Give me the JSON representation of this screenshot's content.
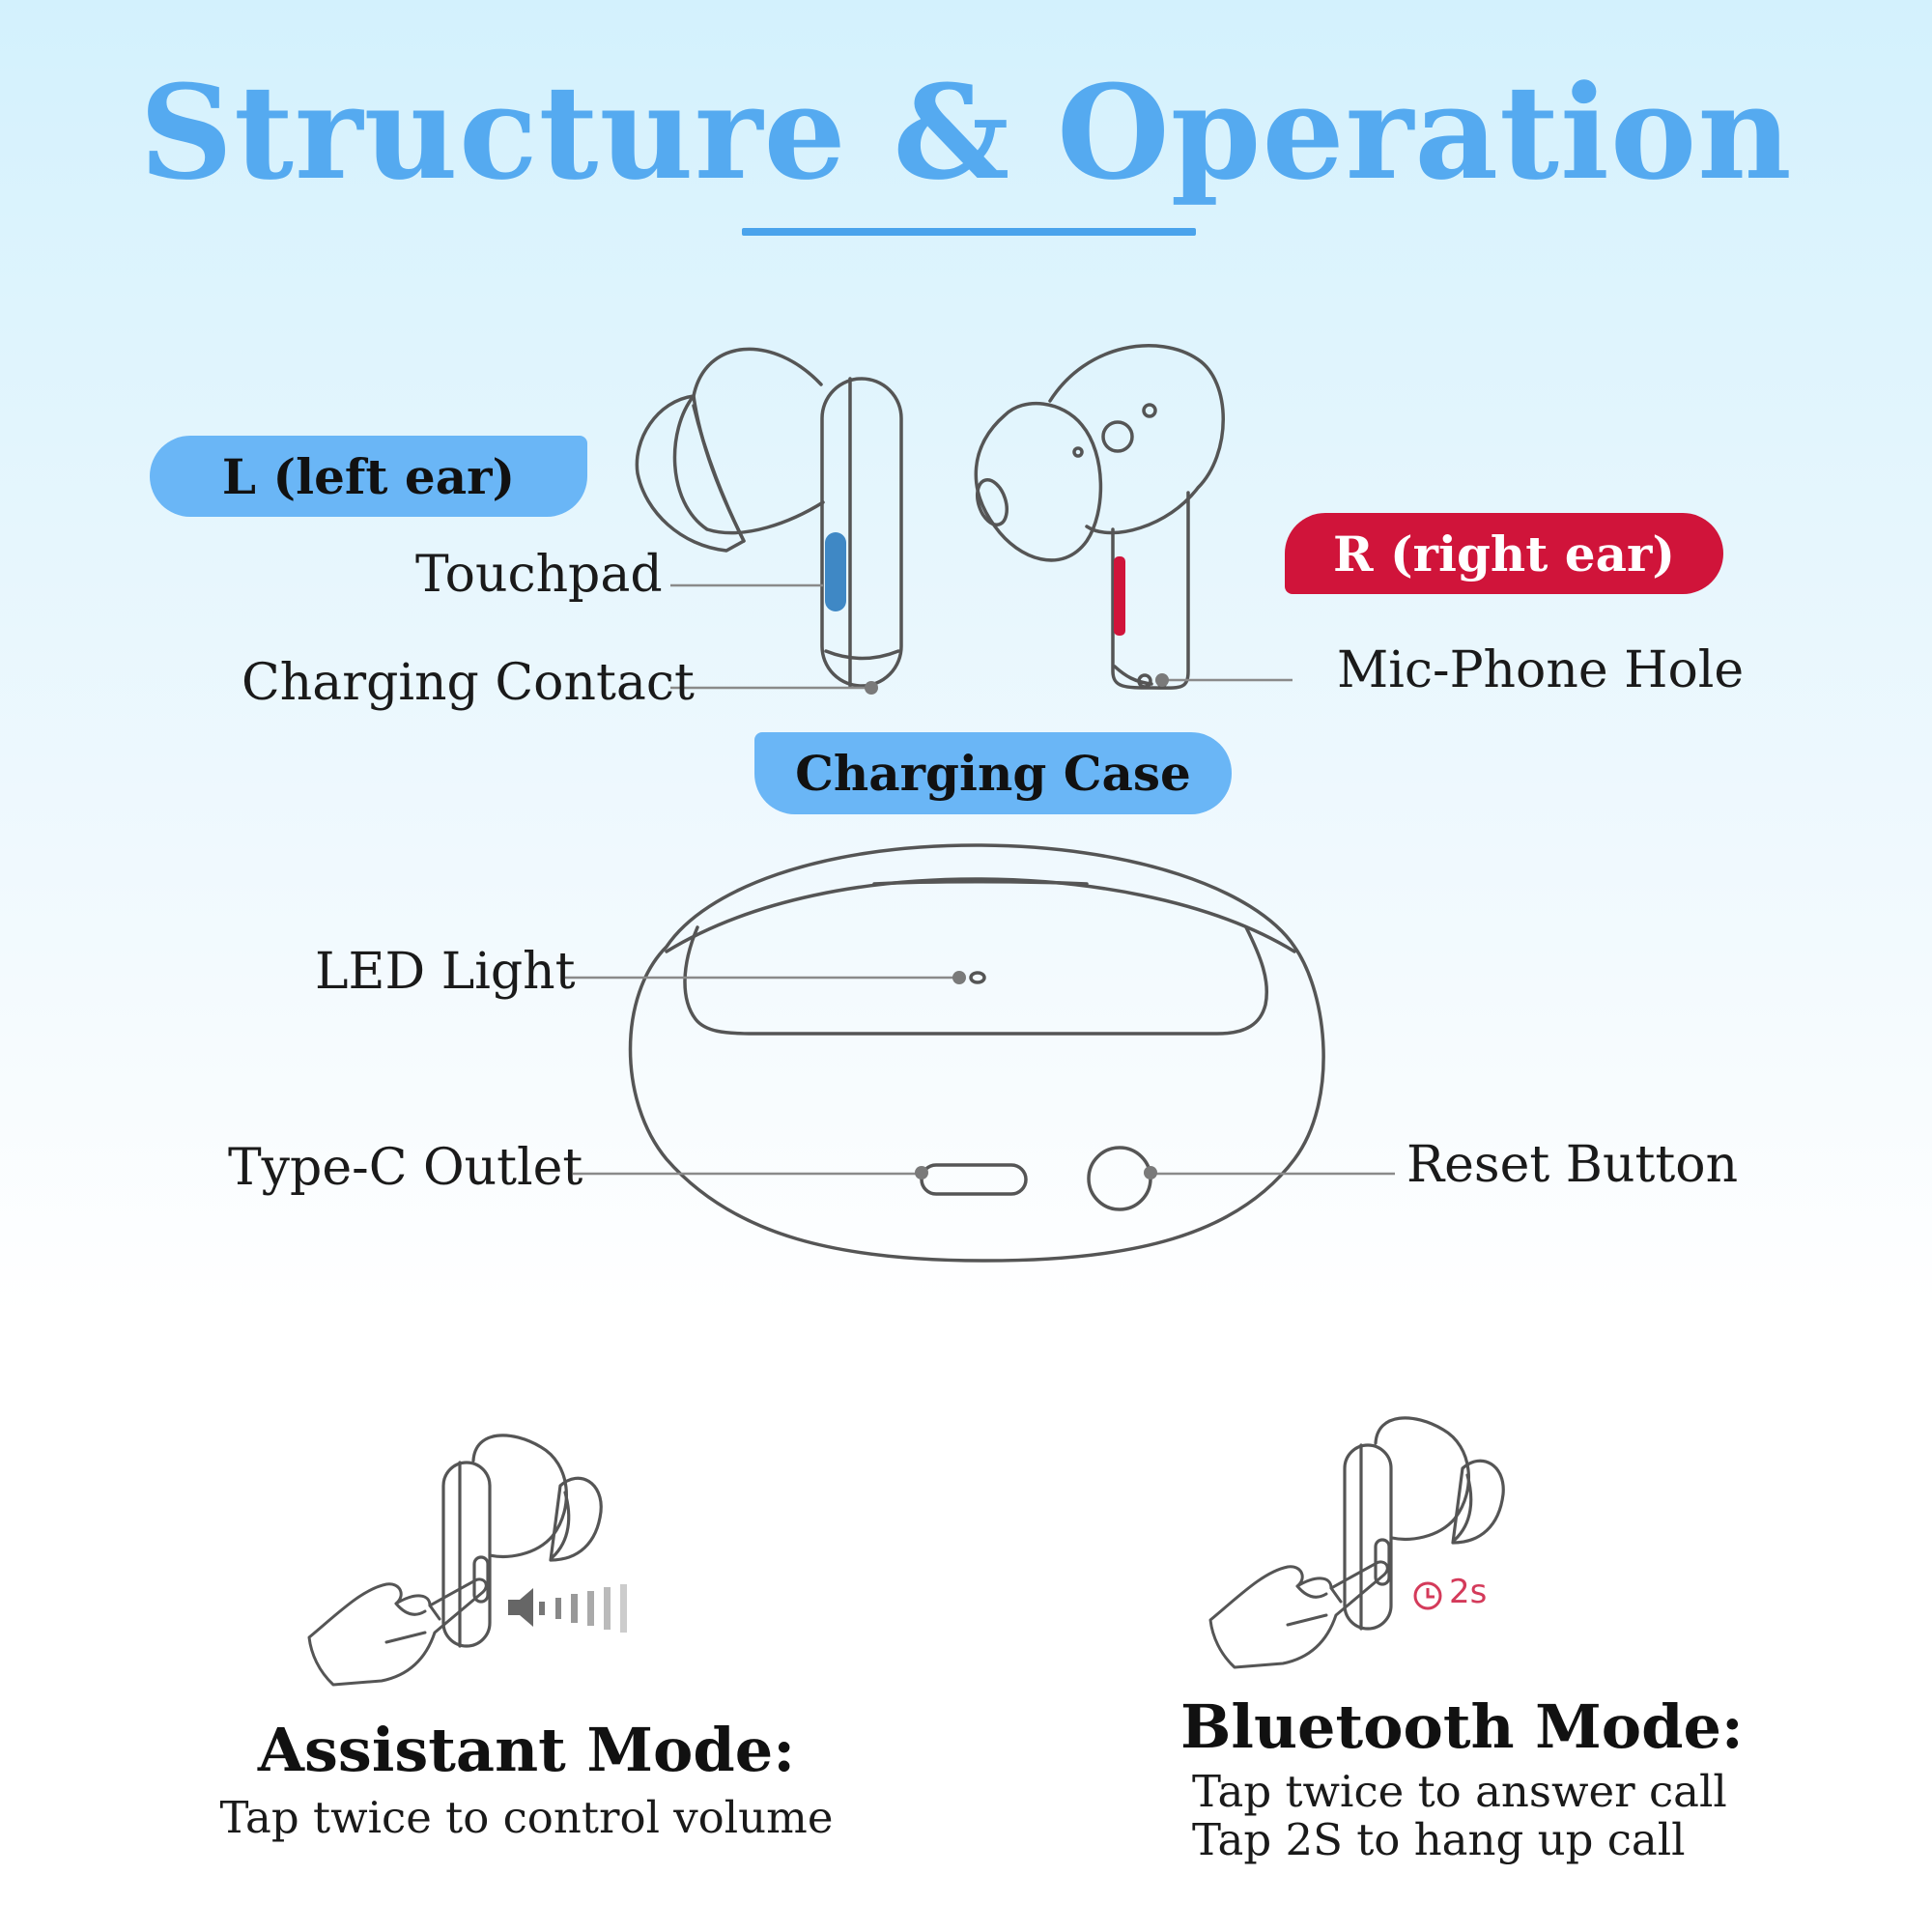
{
  "title": "Structure & Operation",
  "earbuds": {
    "left_label": "L (left ear)",
    "right_label": "R (right ear)",
    "touchpad": "Touchpad",
    "charging_contact": "Charging Contact",
    "mic_hole": "Mic-Phone Hole"
  },
  "case": {
    "label": "Charging Case",
    "led": "LED Light",
    "typec": "Type-C Outlet",
    "reset": "Reset Button"
  },
  "modes": {
    "assistant_title": "Assistant Mode:",
    "assistant_desc": "Tap twice to control volume",
    "bluetooth_title": "Bluetooth Mode:",
    "bluetooth_line1": "Tap twice to answer call",
    "bluetooth_line2": "Tap 2S to hang up call",
    "timer_text": "2s"
  },
  "colors": {
    "title_blue": "#55aaf0",
    "pill_blue": "#6ab6f6",
    "right_red": "#d0143a",
    "touchpad_blue": "#3f88c5"
  },
  "icons": [
    "left-earbud-icon",
    "right-earbud-icon",
    "charging-case-icon",
    "hand-icon",
    "volume-icon",
    "clock-icon"
  ]
}
